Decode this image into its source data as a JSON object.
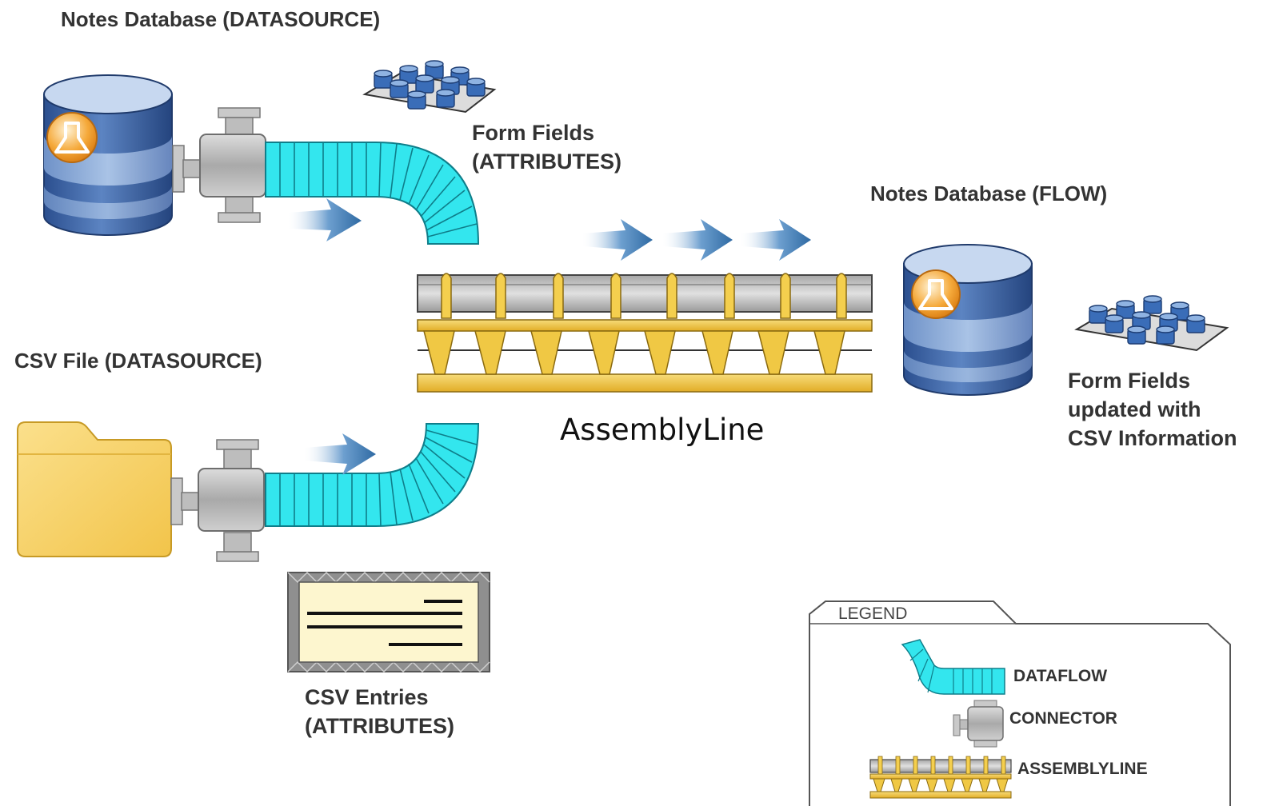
{
  "labels": {
    "notes_src": "Notes Database (DATASOURCE)",
    "form_fields": [
      "Form Fields",
      "(ATTRIBUTES)"
    ],
    "notes_flow": "Notes Database (FLOW)",
    "csv_src": "CSV File (DATASOURCE)",
    "assemblyline": "AssemblyLine",
    "form_updated": [
      "Form Fields",
      "updated with",
      "CSV Information"
    ],
    "csv_entries": [
      "CSV Entries",
      "(ATTRIBUTES)"
    ]
  },
  "legend": {
    "title": "LEGEND",
    "dataflow": "DATAFLOW",
    "connector": "CONNECTOR",
    "assemblyline": "ASSEMBLYLINE"
  },
  "colors": {
    "db_dark": "#2f5c9e",
    "db_light": "#8fb0d8",
    "pipe": "#2fe3ea",
    "connector": "#b8b8b8",
    "belt": "#f2c53a",
    "folder": "#f5cf62",
    "arrow": "#3c7ab0"
  }
}
